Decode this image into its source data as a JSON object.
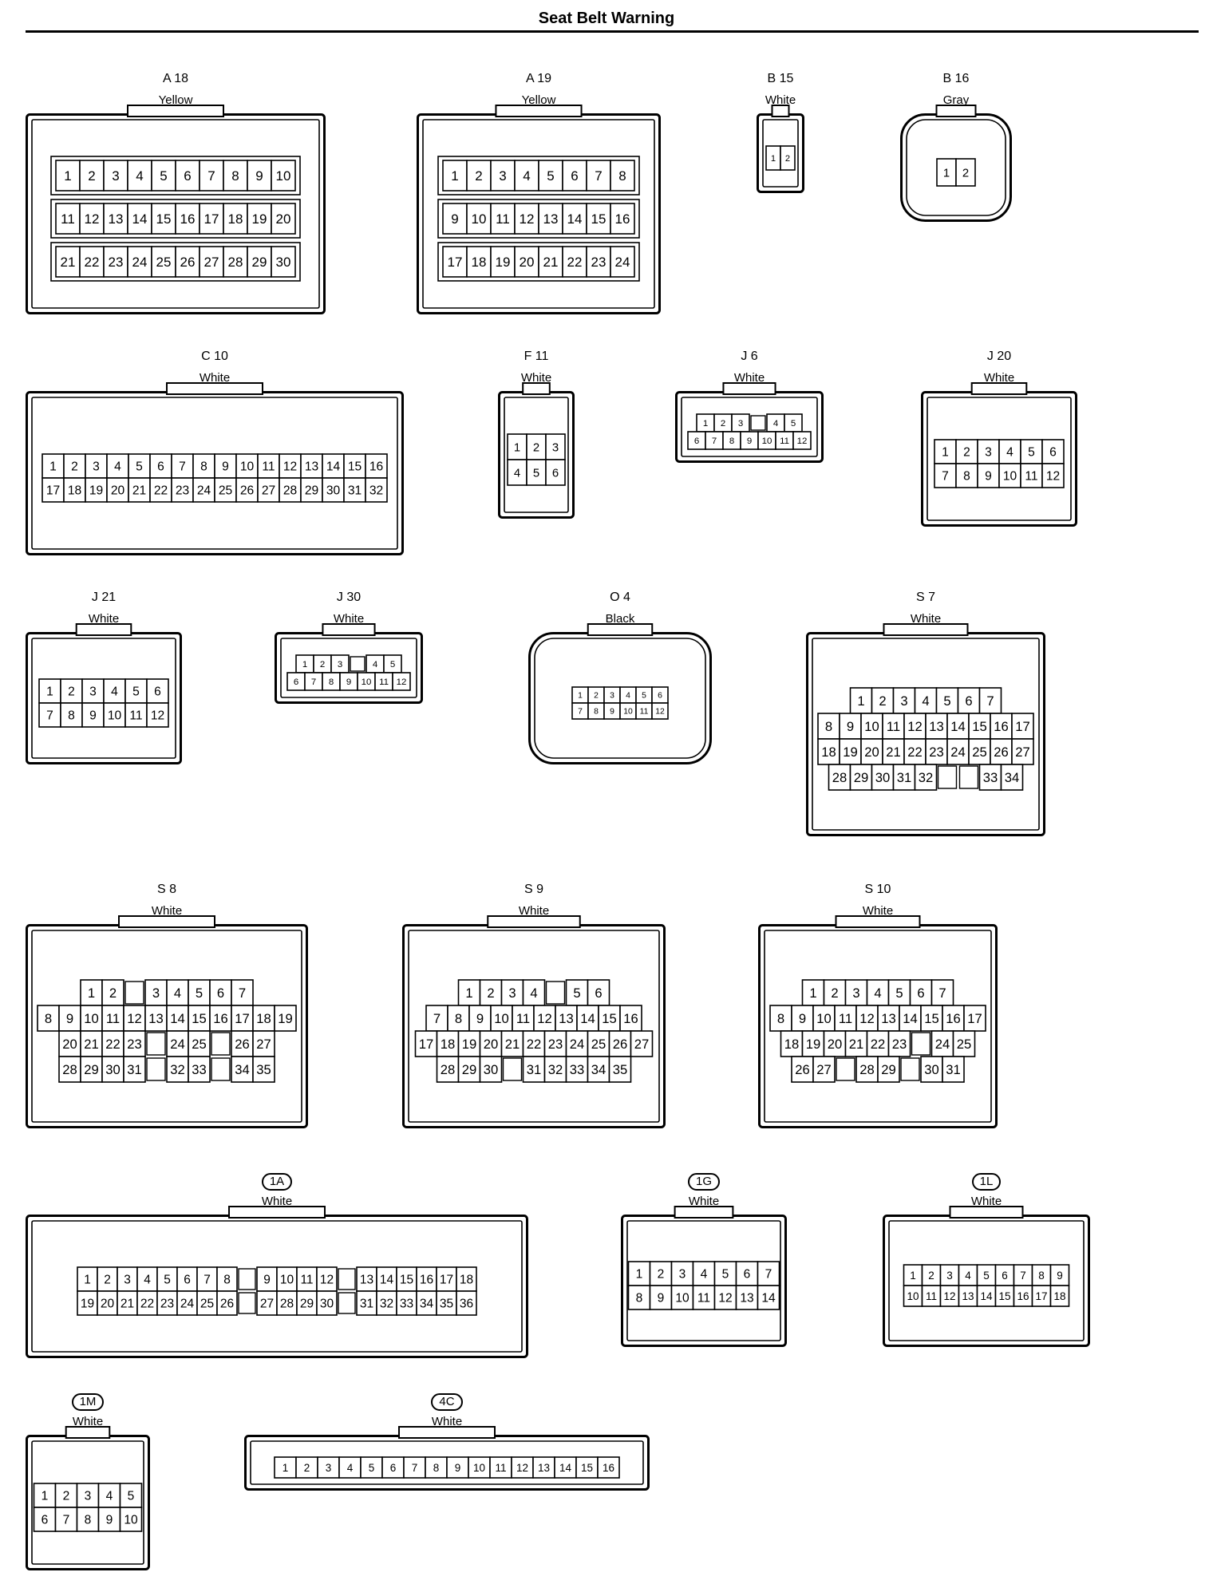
{
  "title": "Seat Belt Warning",
  "connectors": [
    {
      "id": "A 18",
      "color": "Yellow",
      "rows": [
        [
          "1",
          "2",
          "3",
          "4",
          "5",
          "6",
          "7",
          "8",
          "9",
          "10"
        ],
        [
          "11",
          "12",
          "13",
          "14",
          "15",
          "16",
          "17",
          "18",
          "19",
          "20"
        ],
        [
          "21",
          "22",
          "23",
          "24",
          "25",
          "26",
          "27",
          "28",
          "29",
          "30"
        ]
      ]
    },
    {
      "id": "A 19",
      "color": "Yellow",
      "rows": [
        [
          "1",
          "2",
          "3",
          "4",
          "5",
          "6",
          "7",
          "8"
        ],
        [
          "9",
          "10",
          "11",
          "12",
          "13",
          "14",
          "15",
          "16"
        ],
        [
          "17",
          "18",
          "19",
          "20",
          "21",
          "22",
          "23",
          "24"
        ]
      ]
    },
    {
      "id": "B 15",
      "color": "White",
      "rows": [
        [
          "1",
          "2"
        ]
      ]
    },
    {
      "id": "B 16",
      "color": "Gray",
      "rows": [
        [
          "1",
          "2"
        ]
      ]
    },
    {
      "id": "C 10",
      "color": "White",
      "rows": [
        [
          "1",
          "2",
          "3",
          "4",
          "5",
          "6",
          "7",
          "8",
          "9",
          "10",
          "11",
          "12",
          "13",
          "14",
          "15",
          "16"
        ],
        [
          "17",
          "18",
          "19",
          "20",
          "21",
          "22",
          "23",
          "24",
          "25",
          "26",
          "27",
          "28",
          "29",
          "30",
          "31",
          "32"
        ]
      ]
    },
    {
      "id": "F 11",
      "color": "White",
      "rows": [
        [
          "1",
          "2",
          "3"
        ],
        [
          "4",
          "5",
          "6"
        ]
      ]
    },
    {
      "id": "J 6",
      "color": "White",
      "rows": [
        [
          "1",
          "2",
          "3",
          "",
          "4",
          "5"
        ],
        [
          "6",
          "7",
          "8",
          "9",
          "10",
          "11",
          "12"
        ]
      ]
    },
    {
      "id": "J 20",
      "color": "White",
      "rows": [
        [
          "1",
          "2",
          "3",
          "4",
          "5",
          "6"
        ],
        [
          "7",
          "8",
          "9",
          "10",
          "11",
          "12"
        ]
      ]
    },
    {
      "id": "J 21",
      "color": "White",
      "rows": [
        [
          "1",
          "2",
          "3",
          "4",
          "5",
          "6"
        ],
        [
          "7",
          "8",
          "9",
          "10",
          "11",
          "12"
        ]
      ]
    },
    {
      "id": "J 30",
      "color": "White",
      "rows": [
        [
          "1",
          "2",
          "3",
          "",
          "4",
          "5"
        ],
        [
          "6",
          "7",
          "8",
          "9",
          "10",
          "11",
          "12"
        ]
      ]
    },
    {
      "id": "O 4",
      "color": "Black",
      "rows": [
        [
          "1",
          "2",
          "3",
          "4",
          "5",
          "6"
        ],
        [
          "7",
          "8",
          "9",
          "10",
          "11",
          "12"
        ]
      ]
    },
    {
      "id": "S 7",
      "color": "White",
      "rows": [
        [
          "1",
          "2",
          "3",
          "4",
          "5",
          "6",
          "7"
        ],
        [
          "8",
          "9",
          "10",
          "11",
          "12",
          "13",
          "14",
          "15",
          "16",
          "17"
        ],
        [
          "18",
          "19",
          "20",
          "21",
          "22",
          "23",
          "24",
          "25",
          "26",
          "27"
        ],
        [
          "28",
          "29",
          "30",
          "31",
          "32",
          "",
          "",
          "33",
          "34"
        ]
      ]
    },
    {
      "id": "S 8",
      "color": "White",
      "rows": [
        [
          "1",
          "2",
          "",
          "3",
          "4",
          "5",
          "6",
          "7"
        ],
        [
          "8",
          "9",
          "10",
          "11",
          "12",
          "13",
          "14",
          "15",
          "16",
          "17",
          "18",
          "19"
        ],
        [
          "20",
          "21",
          "22",
          "23",
          "",
          "24",
          "25",
          "",
          "26",
          "27"
        ],
        [
          "28",
          "29",
          "30",
          "31",
          "",
          "32",
          "33",
          "",
          "34",
          "35"
        ]
      ]
    },
    {
      "id": "S 9",
      "color": "White",
      "rows": [
        [
          "1",
          "2",
          "3",
          "4",
          "",
          "5",
          "6"
        ],
        [
          "7",
          "8",
          "9",
          "10",
          "11",
          "12",
          "13",
          "14",
          "15",
          "16"
        ],
        [
          "17",
          "18",
          "19",
          "20",
          "21",
          "22",
          "23",
          "24",
          "25",
          "26",
          "27"
        ],
        [
          "28",
          "29",
          "30",
          "",
          "31",
          "32",
          "33",
          "34",
          "35"
        ]
      ]
    },
    {
      "id": "S 10",
      "color": "White",
      "rows": [
        [
          "1",
          "2",
          "3",
          "4",
          "5",
          "6",
          "7"
        ],
        [
          "8",
          "9",
          "10",
          "11",
          "12",
          "13",
          "14",
          "15",
          "16",
          "17"
        ],
        [
          "18",
          "19",
          "20",
          "21",
          "22",
          "23",
          "",
          "24",
          "25"
        ],
        [
          "26",
          "27",
          "",
          "28",
          "29",
          "",
          "30",
          "31"
        ]
      ]
    },
    {
      "id": "1A",
      "color": "White",
      "rows": [
        [
          "1",
          "2",
          "3",
          "4",
          "5",
          "6",
          "7",
          "8",
          "",
          "9",
          "10",
          "11",
          "12",
          "",
          "13",
          "14",
          "15",
          "16",
          "17",
          "18"
        ],
        [
          "19",
          "20",
          "21",
          "22",
          "23",
          "24",
          "25",
          "26",
          "",
          "27",
          "28",
          "29",
          "30",
          "",
          "31",
          "32",
          "33",
          "34",
          "35",
          "36"
        ]
      ]
    },
    {
      "id": "1G",
      "color": "White",
      "rows": [
        [
          "1",
          "2",
          "3",
          "4",
          "5",
          "6",
          "7"
        ],
        [
          "8",
          "9",
          "10",
          "11",
          "12",
          "13",
          "14"
        ]
      ]
    },
    {
      "id": "1L",
      "color": "White",
      "rows": [
        [
          "1",
          "2",
          "3",
          "4",
          "5",
          "6",
          "7",
          "8",
          "9"
        ],
        [
          "10",
          "11",
          "12",
          "13",
          "14",
          "15",
          "16",
          "17",
          "18"
        ]
      ]
    },
    {
      "id": "1M",
      "color": "White",
      "rows": [
        [
          "1",
          "2",
          "3",
          "4",
          "5"
        ],
        [
          "6",
          "7",
          "8",
          "9",
          "10"
        ]
      ]
    },
    {
      "id": "4C",
      "color": "White",
      "rows": [
        [
          "1",
          "2",
          "3",
          "4",
          "5",
          "6",
          "7",
          "8",
          "9",
          "10",
          "11",
          "12",
          "13",
          "14",
          "15",
          "16"
        ]
      ]
    }
  ]
}
